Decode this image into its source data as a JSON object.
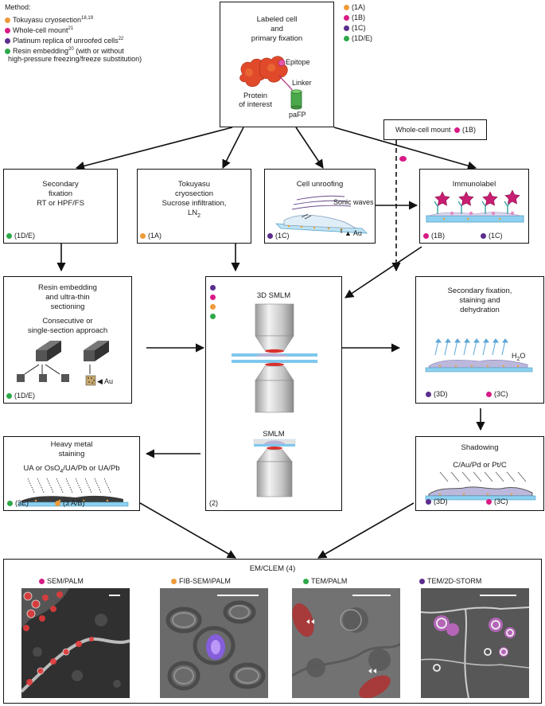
{
  "legend": {
    "heading": "Method:",
    "items": [
      {
        "color": "#ee9a3a",
        "text": "Tokuyasu cryosection",
        "sup": "18,19"
      },
      {
        "color": "#d81b86",
        "text": "Whole-cell mount",
        "sup": "21"
      },
      {
        "color": "#5b2d8e",
        "text": "Platinum replica of unroofed cells",
        "sup": "22"
      },
      {
        "color": "#2ea84a",
        "text": "Resin embedding",
        "sup": "20",
        "text2": " (with or without",
        "line2": "high-pressure freezing/freeze substitution)"
      }
    ]
  },
  "right_legend": [
    "(1A)",
    "(1B)",
    "(1C)",
    "(1D/E)"
  ],
  "top_box": {
    "title1": "Labeled cell",
    "title2": "and",
    "title3": "primary fixation",
    "epitope": "Epitope",
    "linker": "Linker",
    "protein1": "Protein",
    "protein2": "of interest",
    "pafp": "paFP"
  },
  "wcm_box": {
    "label": "Whole-cell mount",
    "ref": "(1B)"
  },
  "secondary": {
    "l1": "Secondary",
    "l2": "fixation",
    "l3": "RT or HPF/FS",
    "tag": "(1D/E)"
  },
  "tokuyasu": {
    "l1": "Tokuyasu",
    "l2": "cryosection",
    "l3": "Sucrose infiltration,",
    "l4": "LN",
    "l4sub": "2",
    "tag": "(1A)"
  },
  "unroofing": {
    "title": "Cell unroofing",
    "sonic": "Sonic waves",
    "au": "Au",
    "tag": "(1C)"
  },
  "immuno": {
    "title": "Immunolabel",
    "tag1": "(1B)",
    "tag2": "(1C)"
  },
  "resin": {
    "l1": "Resin embedding",
    "l2": "and ultra-thin",
    "l3": "sectioning",
    "l4": "Consecutive or",
    "l5": "single-section approach",
    "au": "Au",
    "tag": "(1D/E)"
  },
  "smlm": {
    "l3d": "3D SMLM",
    "l2d": "SMLM",
    "ref": "(2)"
  },
  "secfix": {
    "l1": "Secondary fixation,",
    "l2": "staining and",
    "l3": "dehydration",
    "h2o": "H",
    "h2osub": "2",
    "h2oend": "O",
    "tag1": "(3D)",
    "tag2": "(3C)"
  },
  "heavy": {
    "l1": "Heavy metal",
    "l2": "staining",
    "f1": "UA or OsO",
    "f1sub": "4",
    "f2": "/UA/Pb or UA/Pb",
    "tag1": "(3E)",
    "tag2": "(3 A/B)"
  },
  "shadow": {
    "title": "Shadowing",
    "formula": "C/Au/Pd or Pt/C",
    "tag1": "(3D)",
    "tag2": "(3C)"
  },
  "em": {
    "title": "EM/CLEM (4)",
    "panels": [
      {
        "label": "SEM/PALM",
        "color": "#d81b86"
      },
      {
        "label": "FIB-SEM/iPALM",
        "color": "#ee9a3a"
      },
      {
        "label": "TEM/PALM",
        "color": "#2ea84a"
      },
      {
        "label": "TEM/2D-STORM",
        "color": "#5b2d8e"
      }
    ]
  },
  "colors": {
    "orange": "#ee9a3a",
    "magenta": "#d81b86",
    "purple": "#5b2d8e",
    "green": "#2ea84a",
    "blue": "#7fc7ec",
    "red": "#d9312c"
  }
}
